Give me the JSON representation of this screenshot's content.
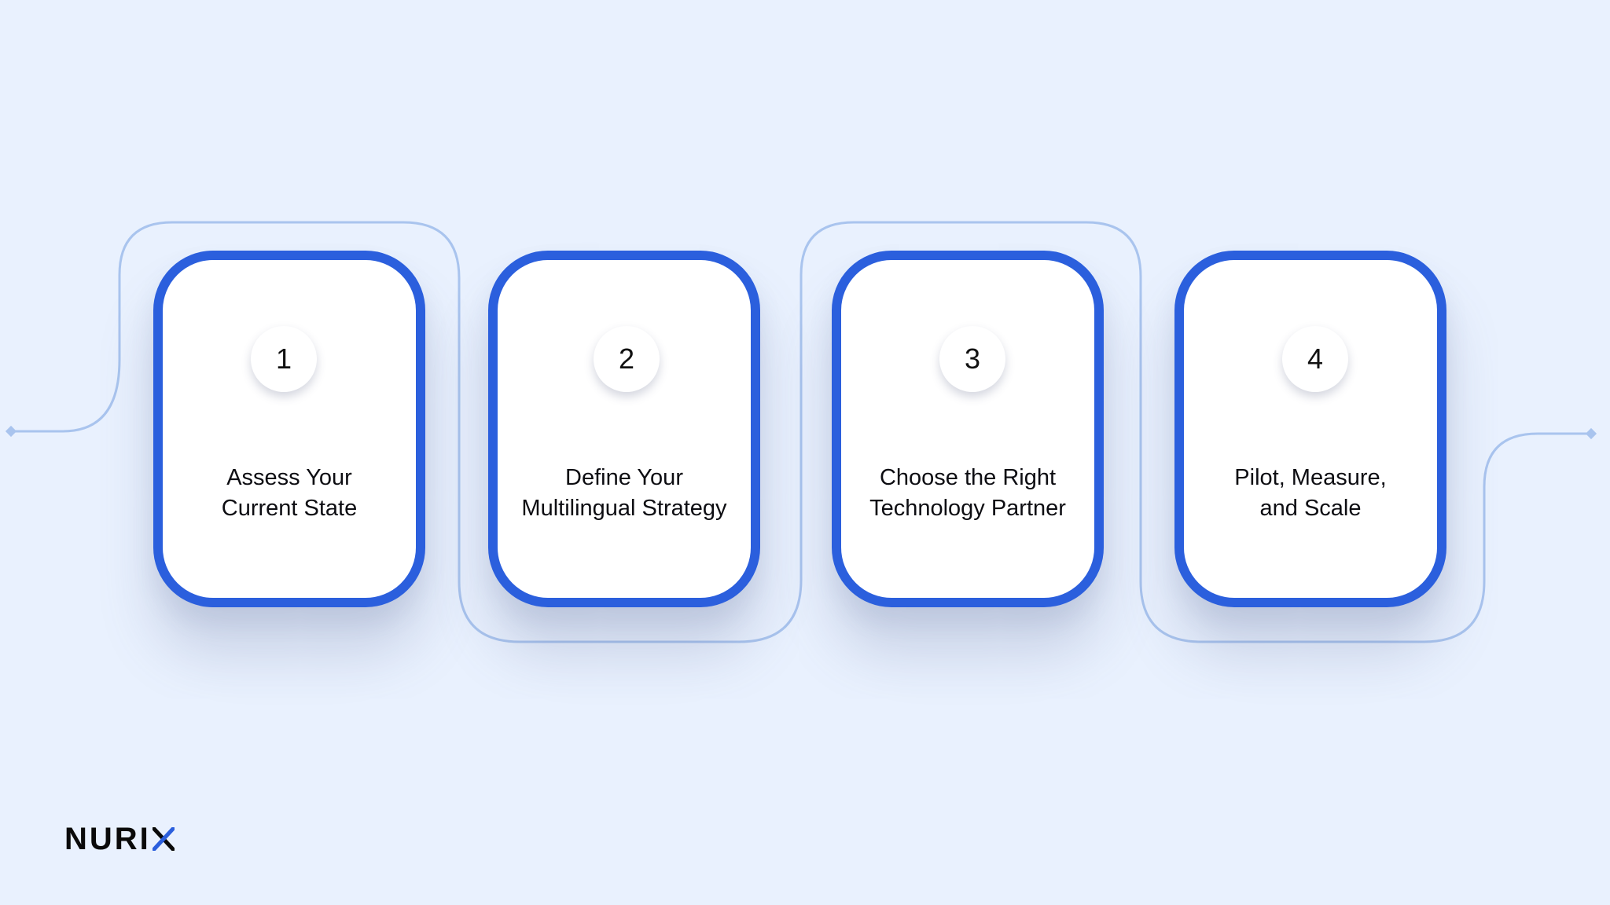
{
  "steps": [
    {
      "number": "1",
      "title": "Assess Your\nCurrent State"
    },
    {
      "number": "2",
      "title": "Define Your\nMultilingual Strategy"
    },
    {
      "number": "3",
      "title": "Choose the Right\nTechnology Partner"
    },
    {
      "number": "4",
      "title": "Pilot, Measure,\nand Scale"
    }
  ],
  "logo": {
    "text": "NURI",
    "x_icon": "x-logo-icon"
  },
  "colors": {
    "background": "#e9f1fe",
    "card_border": "#2b5fdd",
    "connector": "#a9c4ee",
    "logo_accent": "#2b5fdd"
  }
}
